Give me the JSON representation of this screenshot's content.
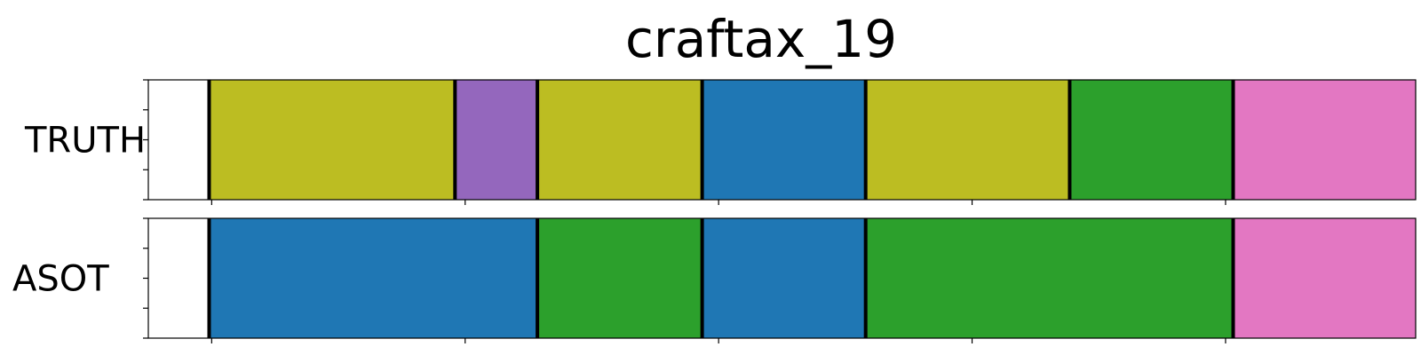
{
  "chart_data": {
    "type": "segmentation",
    "title": "craftax_19",
    "x_range": [
      0,
      1000
    ],
    "rows": [
      {
        "label": "TRUTH",
        "segments": [
          {
            "start": 48,
            "end": 242,
            "color": "#bcbd22"
          },
          {
            "start": 242,
            "end": 307,
            "color": "#9467bd"
          },
          {
            "start": 307,
            "end": 437,
            "color": "#bcbd22"
          },
          {
            "start": 437,
            "end": 566,
            "color": "#1f77b4"
          },
          {
            "start": 566,
            "end": 727,
            "color": "#bcbd22"
          },
          {
            "start": 727,
            "end": 856,
            "color": "#2ca02c"
          },
          {
            "start": 856,
            "end": 1046,
            "color": "#e377c2"
          }
        ],
        "boundaries": [
          48,
          242,
          307,
          437,
          566,
          727,
          856,
          1046
        ]
      },
      {
        "label": "ASOT",
        "segments": [
          {
            "start": 48,
            "end": 307,
            "color": "#1f77b4"
          },
          {
            "start": 307,
            "end": 437,
            "color": "#2ca02c"
          },
          {
            "start": 437,
            "end": 566,
            "color": "#1f77b4"
          },
          {
            "start": 566,
            "end": 856,
            "color": "#2ca02c"
          },
          {
            "start": 856,
            "end": 1046,
            "color": "#e377c2"
          }
        ],
        "boundaries": [
          48,
          307,
          437,
          566,
          856,
          1046
        ]
      }
    ],
    "x_ticks": [
      50,
      250,
      450,
      650,
      850,
      1050
    ],
    "y_ticks_per_panel": 5,
    "grid": false
  }
}
